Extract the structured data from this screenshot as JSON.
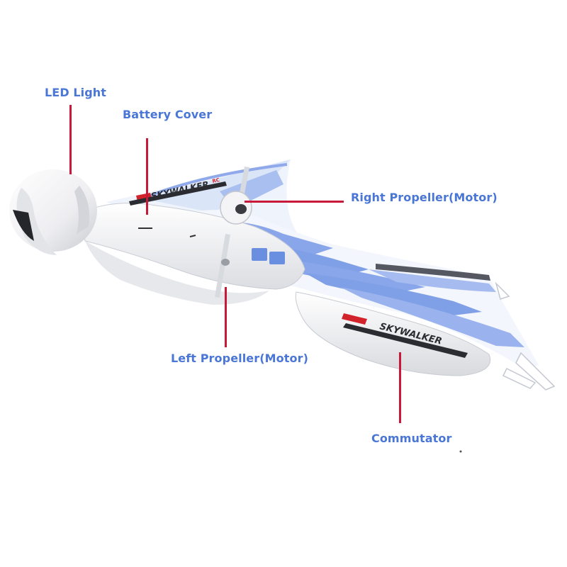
{
  "callouts": {
    "led_light": "LED Light",
    "battery_cover": "Battery Cover",
    "right_propeller": "Right Propeller(Motor)",
    "left_propeller": "Left Propeller(Motor)",
    "commutator": "Commutator"
  },
  "decals": {
    "wing_brand": "SKYWALKER",
    "wing_brand_suffix": "RC",
    "pod_brand": "SKYWALKER"
  },
  "colors": {
    "label_text": "#4a76d6",
    "leader_line": "#c8193a",
    "wing_stripe": "#7f9fe6",
    "body": "#f4f4f6"
  }
}
